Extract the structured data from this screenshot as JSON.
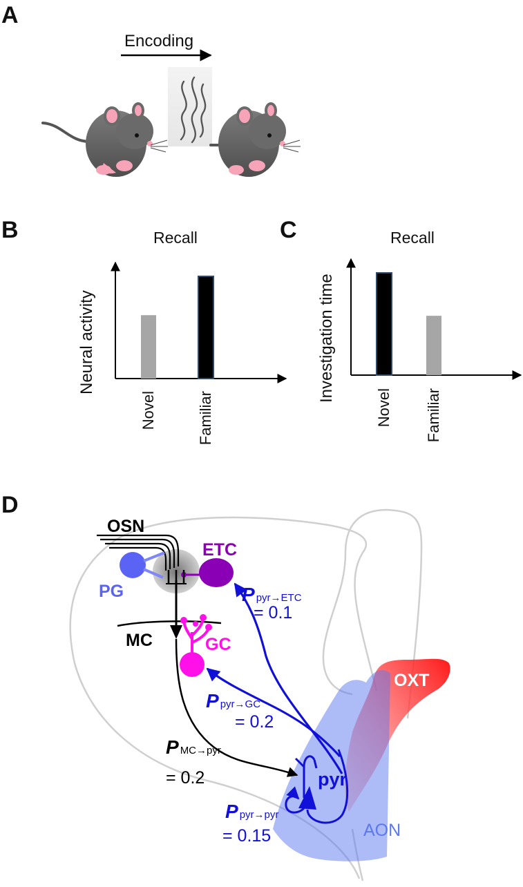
{
  "panel_a": {
    "letter": "A",
    "arrow_label": "Encoding"
  },
  "panel_b": {
    "letter": "B",
    "title": "Recall",
    "ylabel": "Neural activity"
  },
  "panel_c": {
    "letter": "C",
    "title": "Recall",
    "ylabel": "Investigation time"
  },
  "chart_data": [
    {
      "type": "bar",
      "title": "Recall",
      "xlabel": "",
      "ylabel": "Neural activity",
      "categories": [
        "Novel",
        "Familiar"
      ],
      "values": [
        0.62,
        1.0
      ],
      "ylim": [
        0,
        1.05
      ],
      "colors": [
        "#a6a6a6",
        "#000000"
      ],
      "grid": false
    },
    {
      "type": "bar",
      "title": "Recall",
      "xlabel": "",
      "ylabel": "Investigation time",
      "categories": [
        "Novel",
        "Familiar"
      ],
      "values": [
        1.0,
        0.58
      ],
      "ylim": [
        0,
        1.05
      ],
      "colors": [
        "#000000",
        "#a6a6a6"
      ],
      "grid": false
    }
  ],
  "panel_d": {
    "letter": "D",
    "labels": {
      "osn": "OSN",
      "etc": "ETC",
      "pg": "PG",
      "mc": "MC",
      "gc": "GC",
      "oxt": "OXT",
      "pyr": "pyr",
      "aon": "AON"
    },
    "connections": [
      {
        "p": "P",
        "sub": "pyr→ETC",
        "value": "= 0.1"
      },
      {
        "p": "P",
        "sub": "pyr→GC",
        "value": "= 0.2"
      },
      {
        "p": "P",
        "sub": "MC→pyr",
        "value": "= 0.2"
      },
      {
        "p": "P",
        "sub": "pyr→pyr",
        "value": "= 0.15"
      }
    ],
    "colors": {
      "pg": "#5b63f5",
      "etc": "#8a00b4",
      "gc": "#ff10e8",
      "pyr": "#1010d8",
      "oxt": "#ff2020",
      "aon": "#5b78f0",
      "mc": "#000000"
    }
  }
}
